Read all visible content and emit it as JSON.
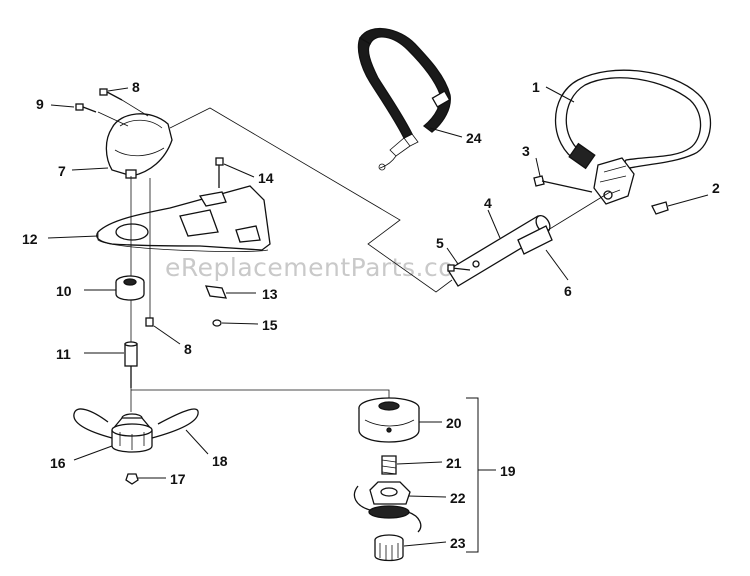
{
  "watermark": "eReplacementParts.com",
  "callouts": {
    "p1": "1",
    "p2": "2",
    "p3": "3",
    "p4": "4",
    "p5": "5",
    "p6": "6",
    "p7": "7",
    "p8a": "8",
    "p8b": "8",
    "p9": "9",
    "p10": "10",
    "p11": "11",
    "p12": "12",
    "p13": "13",
    "p14": "14",
    "p15": "15",
    "p16": "16",
    "p17": "17",
    "p18": "18",
    "p19": "19",
    "p20": "20",
    "p21": "21",
    "p22": "22",
    "p23": "23",
    "p24": "24"
  }
}
